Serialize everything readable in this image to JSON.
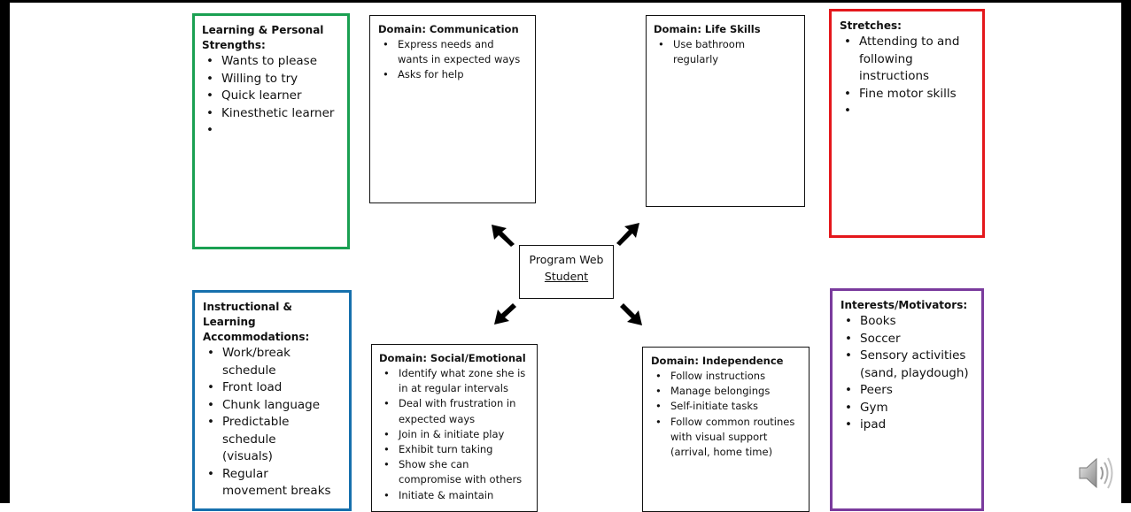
{
  "center": {
    "title": "Program Web",
    "subtitle": "Student"
  },
  "strengths": {
    "heading": "Learning & Personal Strengths:",
    "items": [
      "Wants to please",
      "Willing to try",
      "Quick learner",
      "Kinesthetic learner",
      ""
    ],
    "color": "#1aa052"
  },
  "communication": {
    "heading": "Domain: Communication",
    "items": [
      "Express needs and wants in expected ways",
      "Asks for help"
    ]
  },
  "life_skills": {
    "heading": "Domain: Life Skills",
    "items": [
      "Use bathroom regularly"
    ]
  },
  "stretches": {
    "heading": "Stretches:",
    "items": [
      "Attending to and following instructions",
      "Fine motor skills",
      ""
    ],
    "color": "#e4171b"
  },
  "accommodations": {
    "heading": "Instructional & Learning Accommodations:",
    "items": [
      "Work/break schedule",
      "Front load",
      "Chunk language",
      "Predictable schedule (visuals)",
      "Regular movement breaks"
    ],
    "color": "#1670ad"
  },
  "social_emotional": {
    "heading": "Domain: Social/Emotional",
    "items": [
      "Identify what zone she is in at regular intervals",
      "Deal with frustration in expected ways",
      "Join in & initiate play",
      "Exhibit turn taking",
      "Show she can compromise with others",
      "Initiate & maintain"
    ]
  },
  "independence": {
    "heading": "Domain: Independence",
    "items": [
      "Follow instructions",
      "Manage belongings",
      "Self-initiate tasks",
      "Follow common routines with visual support (arrival, home time)"
    ]
  },
  "interests": {
    "heading": "Interests/Motivators:",
    "items": [
      "Books",
      "Soccer",
      "Sensory activities (sand, playdough)",
      "Peers",
      "Gym",
      "ipad"
    ],
    "color": "#7a3b9d"
  },
  "icons": {
    "arrows": "arrow-icon",
    "speaker": "speaker-icon"
  }
}
